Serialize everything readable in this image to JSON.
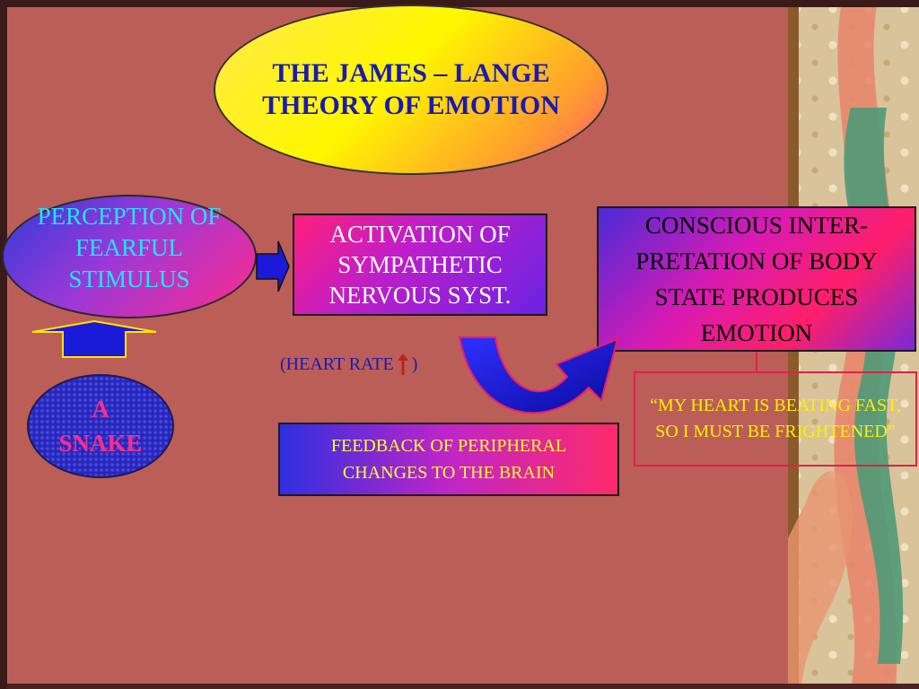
{
  "title": "THE JAMES – LANGE THEORY OF EMOTION",
  "nodes": {
    "perception": "PERCEPTION OF FEARFUL STIMULUS",
    "snake": "A SNAKE",
    "activation": "ACTIVATION OF SYMPATHETIC NERVOUS SYST.",
    "conscious": "CONSCIOUS INTER-PRETATION OF BODY STATE PRODUCES EMOTION",
    "feedback": "FEEDBACK OF PERIPHERAL CHANGES TO THE BRAIN",
    "quote": "“MY HEART IS BEATING FAST, SO I MUST BE FRIGHTENED”"
  },
  "heart_rate": {
    "prefix": "(HEART RATE",
    "suffix": ")"
  },
  "colors": {
    "background": "#bc5e58",
    "title_text": "#1a1ab0",
    "perception_text": "#1fe5ff",
    "snake_text": "#ff2c8c",
    "quote_text": "#fff000",
    "arrow_fill": "#1a1ad8"
  }
}
